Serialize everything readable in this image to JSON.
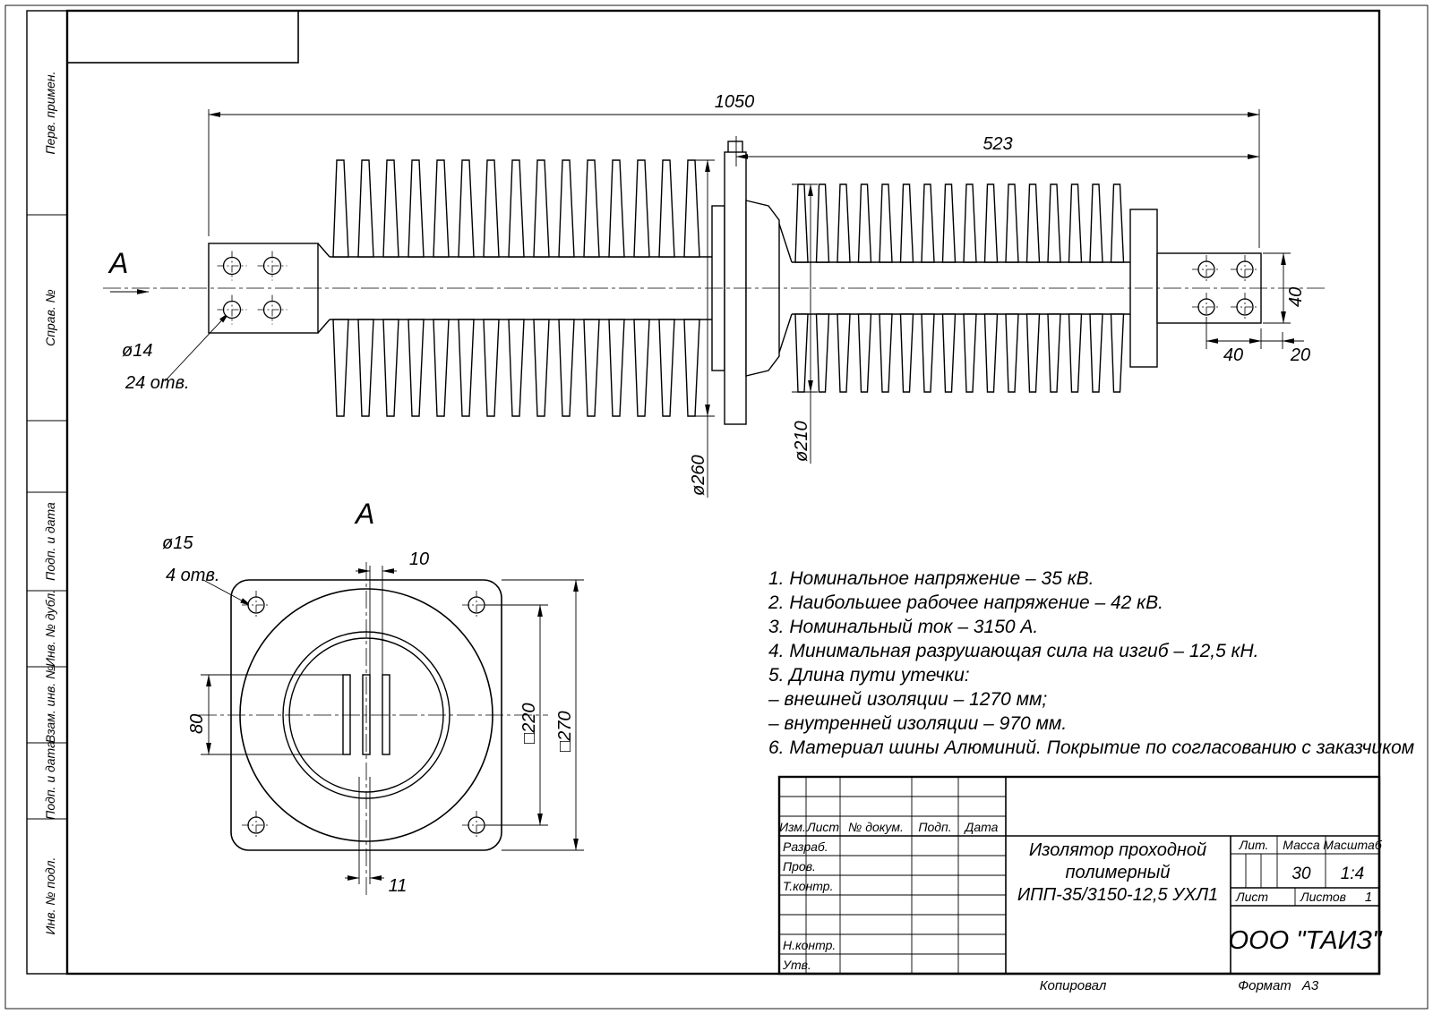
{
  "sheet": {
    "stamps_left": [
      "Перв. примен.",
      "Справ. №",
      "Подп. и дата",
      "Инв. № дубл.",
      "Взам. инв. №",
      "Подп. и дата",
      "Инв. № подл."
    ]
  },
  "side_view": {
    "view_letter": "А",
    "total_length": "1050",
    "right_length": "523",
    "big_shed_dia": "ø260",
    "small_shed_dia": "ø210",
    "bus_hole_dia": "ø14",
    "bus_hole_count": "24 отв.",
    "bus_height": "40",
    "hole_spacing": "40",
    "bus_end_offset": "20"
  },
  "front_view": {
    "view_letter": "А",
    "flange_hole_dia": "ø15",
    "flange_hole_count": "4 отв.",
    "slot_gap": "10",
    "bus_width": "80",
    "hole_pitch": "□220",
    "flange_size": "□270",
    "slot_pitch": "11"
  },
  "notes": {
    "lines": [
      "1. Номинальное напряжение – 35 кВ.",
      "2. Наибольшее рабочее напряжение – 42 кВ.",
      "3. Номинальный ток – 3150 А.",
      "4. Минимальная разрушающая сила на изгиб – 12,5 кН.",
      "5.  Длина пути утечки:",
      "– внешней изоляции – 1270 мм;",
      "– внутренней изоляции – 970 мм.",
      "6. Материал шины Алюминий. Покрытие по согласованию с заказчиком"
    ]
  },
  "title_block": {
    "header": [
      "Изм.",
      "Лист",
      "№ докум.",
      "Подп.",
      "Дата"
    ],
    "rows": [
      "Разраб.",
      "Пров.",
      "Т.контр.",
      "Н.контр.",
      "Утв."
    ],
    "title_lines": [
      "Изолятор проходной",
      "полимерный",
      "ИПП-35/3150-12,5 УХЛ1"
    ],
    "lit_label": "Лит.",
    "mass_label": "Масса",
    "scale_label": "Масштаб",
    "mass_value": "30",
    "scale_value": "1:4",
    "sheet_label": "Лист",
    "sheets_label": "Листов",
    "sheets_value": "1",
    "company": "ООО \"ТАИЗ\""
  },
  "footer": {
    "copied_label": "Копировал",
    "format_label": "Формат",
    "format_value": "А3"
  }
}
